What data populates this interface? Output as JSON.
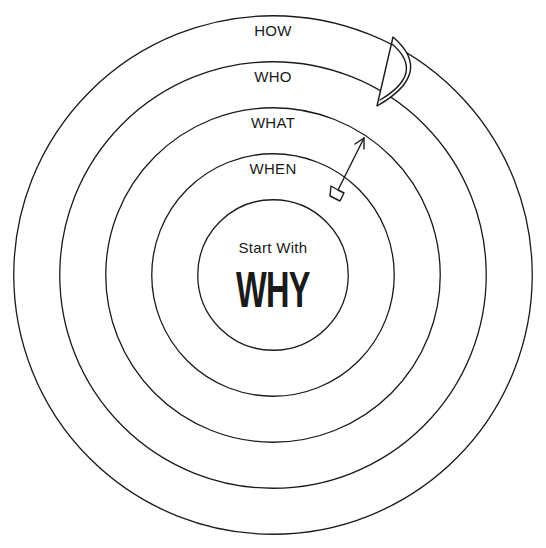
{
  "diagram": {
    "nodes": [
      {
        "text": [
          "HOW"
        ]
      },
      {
        "text": [
          "WHO"
        ],
        "in": 0
      },
      {
        "text": [
          "WHAT"
        ],
        "in": 1
      },
      {
        "text": [
          "WHEN"
        ],
        "in": 2
      },
      {
        "text": [
          "Start With",
          "WHY"
        ],
        "in": 3
      }
    ]
  }
}
